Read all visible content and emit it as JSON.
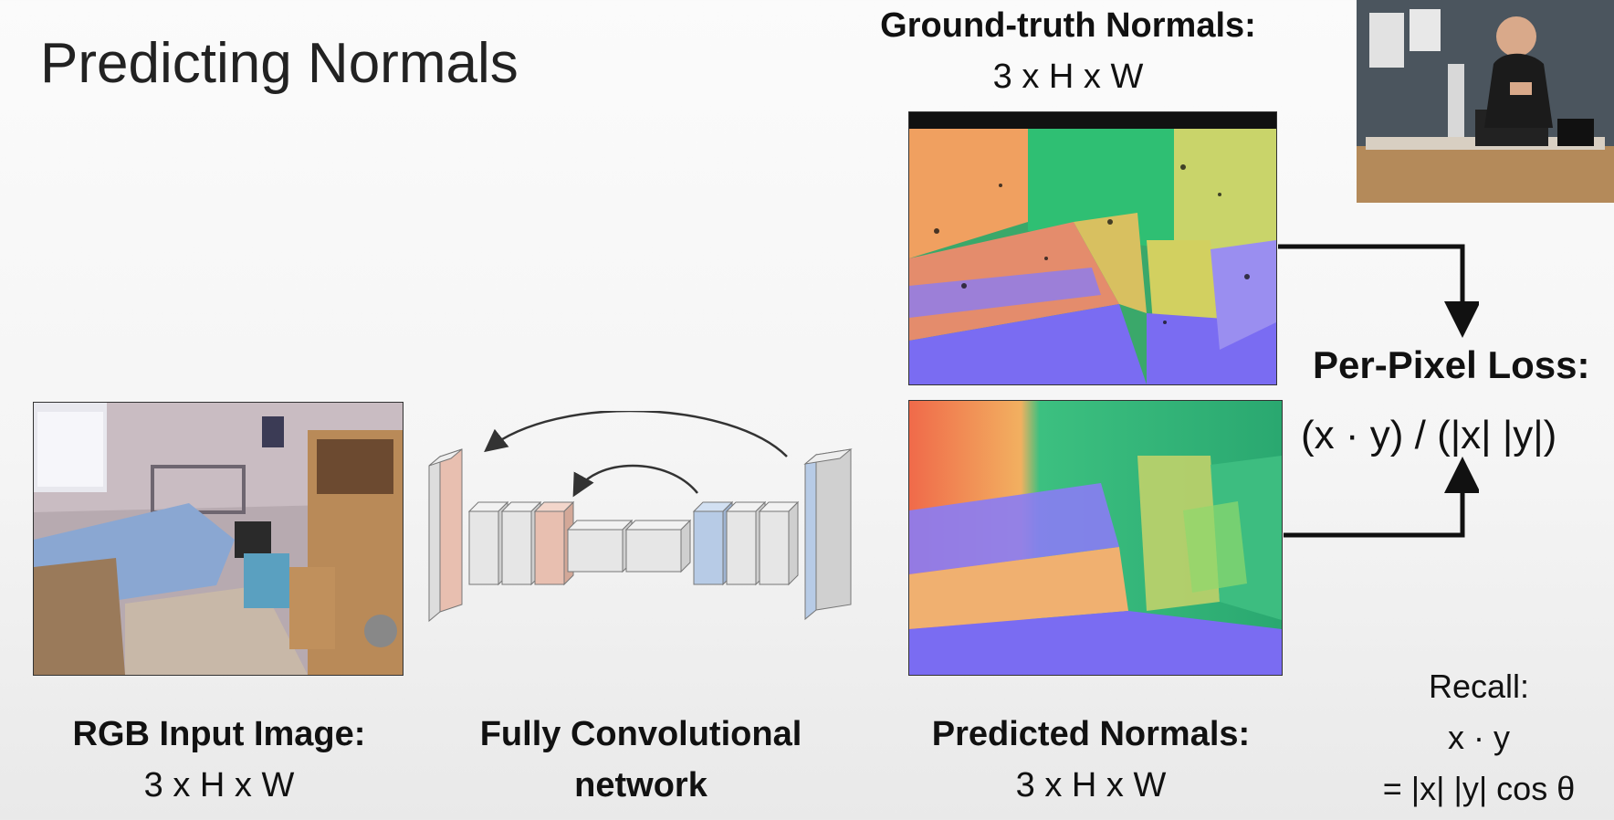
{
  "slide": {
    "title": "Predicting Normals"
  },
  "input": {
    "label": "RGB Input Image:",
    "dims": "3 x H x W"
  },
  "network": {
    "label_line1": "Fully Convolutional",
    "label_line2": "network"
  },
  "ground_truth": {
    "label": "Ground-truth Normals:",
    "dims": "3 x H x W"
  },
  "predicted": {
    "label": "Predicted Normals:",
    "dims": "3 x H x W"
  },
  "loss": {
    "title": "Per-Pixel Loss:",
    "formula": "(x · y) / (|x| |y|)"
  },
  "recall": {
    "line1": "Recall:",
    "line2": "x · y",
    "line3": "= |x|  |y| cos θ"
  },
  "colors": {
    "encoder_accent": "#e8bfb0",
    "decoder_accent": "#b7cbe6",
    "block_gray": "#dcdcdc",
    "normal_purple": "#7a6cf2",
    "normal_green": "#33c97a",
    "normal_orange": "#f0a060"
  }
}
